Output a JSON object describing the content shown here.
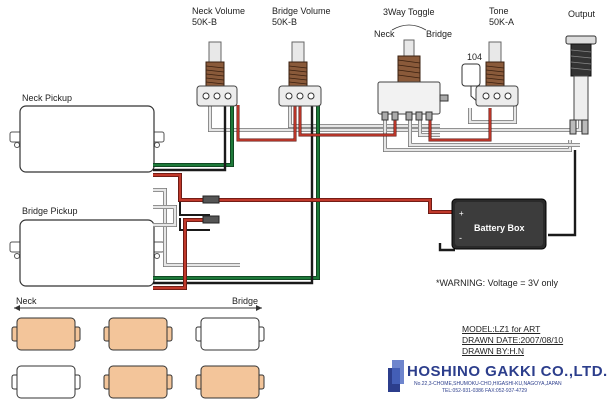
{
  "labels": {
    "neck_volume": "Neck Volume",
    "neck_volume_value": "50K-B",
    "bridge_volume": "Bridge Volume",
    "bridge_volume_value": "50K-B",
    "toggle": "3Way Toggle",
    "toggle_neck": "Neck",
    "toggle_bridge": "Bridge",
    "tone": "Tone",
    "tone_value": "50K-A",
    "capacitor": "104",
    "output": "Output",
    "neck_pickup": "Neck Pickup",
    "bridge_pickup": "Bridge Pickup",
    "battery": "Battery Box",
    "battery_plus": "+",
    "battery_minus": "-",
    "warning": "*WARNING: Voltage = 3V only",
    "switch_neck": "Neck",
    "switch_bridge": "Bridge"
  },
  "info": {
    "model": "MODEL:LZ1 for  ART",
    "drawn_date": "DRAWN DATE:2007/08/10",
    "drawn_by": "DRAWN BY:H.N"
  },
  "brand": {
    "name": "HOSHINO GAKKI CO.,LTD.",
    "address": "No.22,3-CHOME,SHUMOKU-CHO,HIGASHI-KU,NAGOYA,JAPAN",
    "phone": "TEL:052-931-0386  FAX:052-937-4729"
  },
  "switch_positions": {
    "row1": [
      "active",
      "active",
      "inactive"
    ],
    "row2": [
      "inactive",
      "active",
      "active"
    ]
  },
  "colors": {
    "wire_red": "#c0392b",
    "wire_green": "#1e7a3a",
    "wire_white": "#e6e6e6",
    "wire_black": "#1a1a1a",
    "pickup_active": "#f3c59a",
    "pickup_inactive": "#ffffff",
    "brand": "#2c3e8c"
  }
}
